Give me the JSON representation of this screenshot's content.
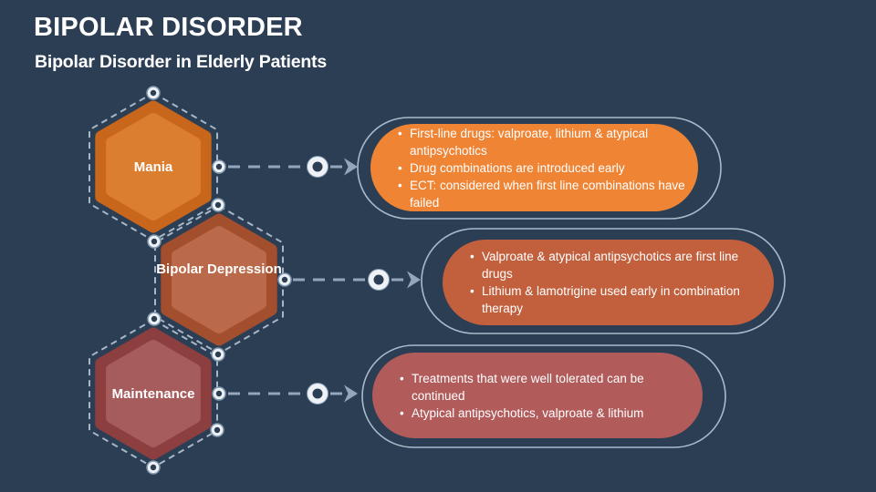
{
  "slide": {
    "title": "BIPOLAR DISORDER",
    "subtitle": "Bipolar Disorder in Elderly Patients"
  },
  "colors": {
    "background": "#2b3e54",
    "dashed_outline": "#a6b7c8",
    "connector": "#93a6bb",
    "node_fill": "#eef2f6",
    "node_ring_stroke": "#8299ae",
    "node_center": "#2b3e54",
    "box_outline": "#a9bac9",
    "text": "#ffffff"
  },
  "stages": [
    {
      "label": "Mania",
      "hex_border": "#c8661b",
      "hex_fill": "#dc7e30",
      "box_fill": "#ee8434",
      "bullets": [
        "First-line drugs: valproate, lithium & atypical antipsychotics",
        "Drug combinations are introduced early",
        "ECT: considered when first line combinations have failed"
      ]
    },
    {
      "label": "Bipolar Depression",
      "hex_border": "#a34f2e",
      "hex_fill": "#ba6a4a",
      "box_fill": "#c2603e",
      "bullets": [
        "Valproate & atypical antipsychotics are first line drugs",
        "Lithium & lamotrigine used early in combination therapy"
      ]
    },
    {
      "label": "Maintenance",
      "hex_border": "#8d3f3f",
      "hex_fill": "#a65c5c",
      "box_fill": "#b15b5b",
      "bullets": [
        "Treatments that were well tolerated can be continued",
        "Atypical antipsychotics, valproate & lithium"
      ]
    }
  ]
}
